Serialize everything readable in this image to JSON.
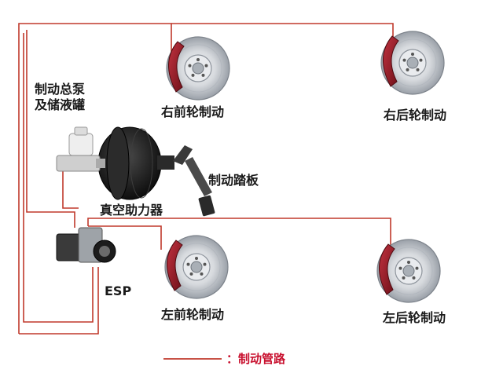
{
  "labels": {
    "master_cylinder_line1": "制动总泵",
    "master_cylinder_line2": "及储液罐",
    "front_right": "右前轮制动",
    "rear_right": "右后轮制动",
    "brake_pedal": "制动踏板",
    "vacuum_booster": "真空助力器",
    "esp": "ESP",
    "front_left": "左前轮制动",
    "rear_left": "左后轮制动"
  },
  "legend": {
    "separator": "：",
    "label": "制动管路"
  },
  "colors": {
    "brake_line": "#c0392b",
    "caliper": "#8b1a24",
    "disc": "#cfd3d8",
    "booster": "#1c1c1c",
    "legend_text": "#c8102e"
  }
}
